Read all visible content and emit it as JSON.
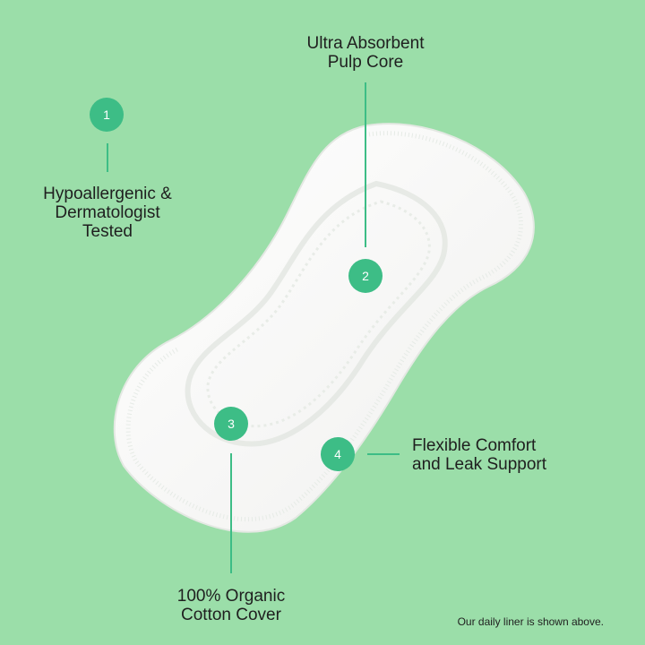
{
  "colors": {
    "background": "#9bdea9",
    "accent": "#3dbd86",
    "pad": "#f8f8f6",
    "pad_shadow": "#dfe6df",
    "text": "#1f1f1f"
  },
  "callouts": [
    {
      "number": "1",
      "lines": [
        "Hypoallergenic &",
        "Dermatologist",
        "Tested"
      ]
    },
    {
      "number": "2",
      "lines": [
        "Ultra Absorbent",
        "Pulp Core"
      ]
    },
    {
      "number": "3",
      "lines": [
        "100% Organic",
        "Cotton Cover"
      ]
    },
    {
      "number": "4",
      "lines": [
        "Flexible Comfort",
        "and Leak Support"
      ]
    }
  ],
  "footnote": "Our daily liner is shown above.",
  "product_image": "daily-liner-image"
}
